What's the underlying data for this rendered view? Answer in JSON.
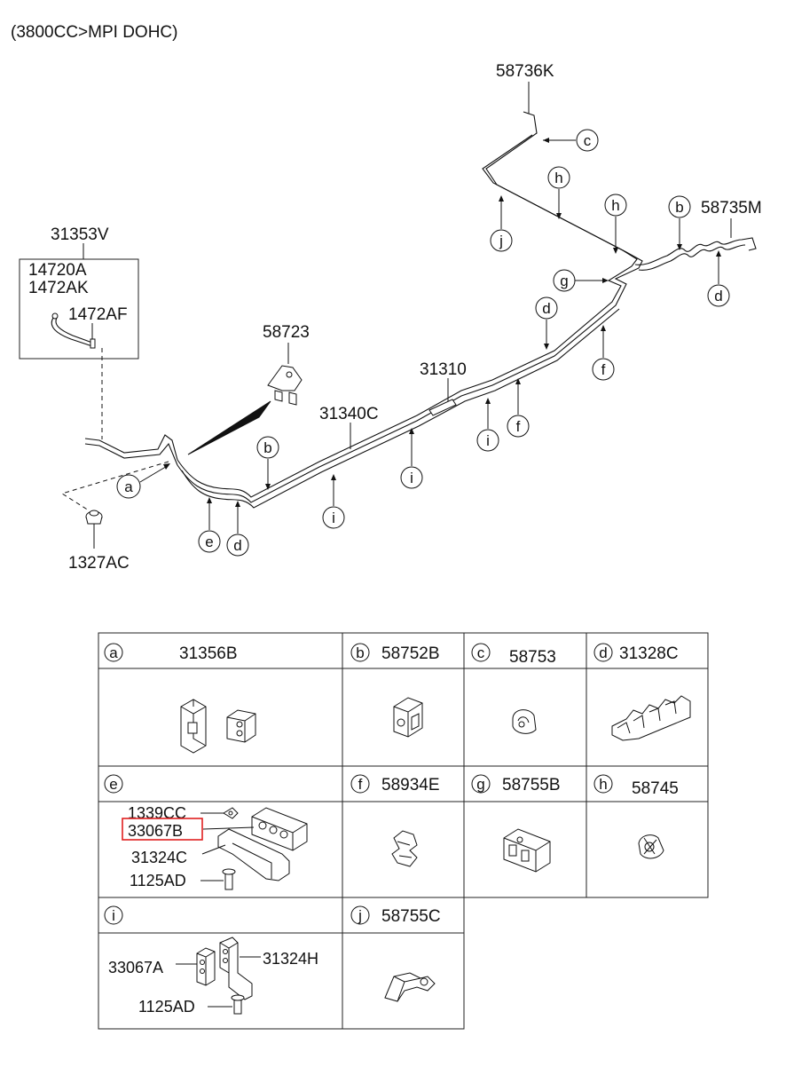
{
  "header": {
    "engine_spec": "(3800CC>MPI DOHC)"
  },
  "diagram": {
    "part_labels": {
      "p58736K": "58736K",
      "p58735M": "58735M",
      "p31353V": "31353V",
      "p14720A": "14720A",
      "p1472AK": "1472AK",
      "p1472AF": "1472AF",
      "p58723": "58723",
      "p31310": "31310",
      "p31340C": "31340C",
      "p1327AC": "1327AC"
    },
    "callouts": {
      "a": "a",
      "b": "b",
      "c": "c",
      "d": "d",
      "e": "e",
      "f": "f",
      "g": "g",
      "h": "h",
      "i": "i",
      "j": "j"
    }
  },
  "table": {
    "cells": {
      "a": {
        "letter": "a",
        "part": "31356B"
      },
      "b": {
        "letter": "b",
        "part": "58752B"
      },
      "c": {
        "letter": "c",
        "part": "58753"
      },
      "d": {
        "letter": "d",
        "part": "31328C"
      },
      "e": {
        "letter": "e",
        "part": ""
      },
      "f": {
        "letter": "f",
        "part": "58934E"
      },
      "g": {
        "letter": "g",
        "part": "58755B"
      },
      "h": {
        "letter": "h",
        "part": "58745"
      },
      "i": {
        "letter": "i",
        "part": ""
      },
      "j": {
        "letter": "j",
        "part": "58755C"
      }
    },
    "e_labels": {
      "l1": "1339CC",
      "l2": "33067B",
      "l3": "31324C",
      "l4": "1125AD"
    },
    "i_labels": {
      "l1": "33067A",
      "l2": "31324H",
      "l3": "1125AD"
    },
    "highlight_color": "#e02020"
  }
}
